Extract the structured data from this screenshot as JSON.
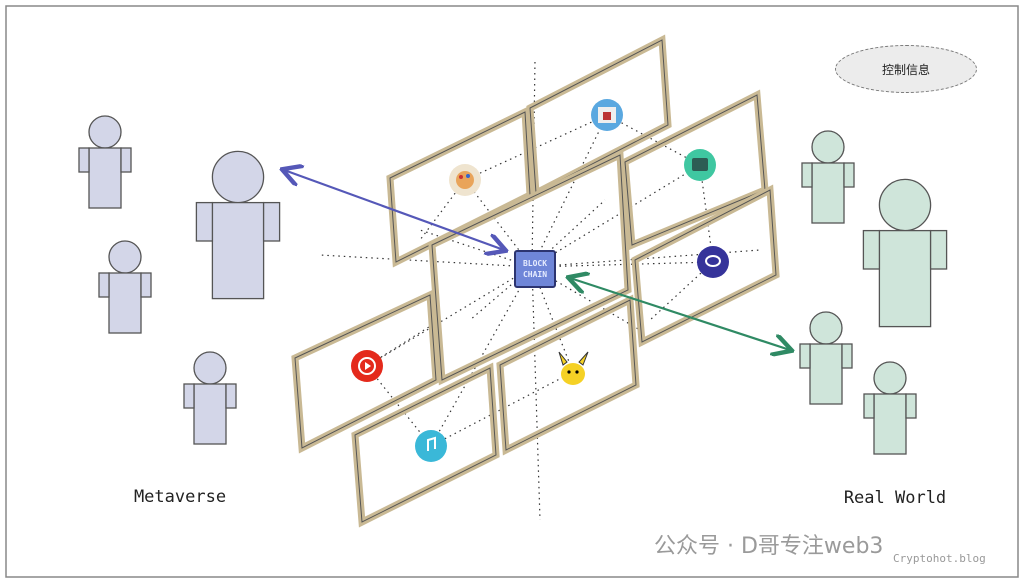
{
  "labels": {
    "left_group": "Metaverse",
    "right_group": "Real World",
    "control_info": "控制信息",
    "center_icon": [
      "BLOCK",
      "CHAIN"
    ]
  },
  "watermark": {
    "text": "公众号 · D哥专注web3",
    "site": "Cryptohot.blog"
  },
  "icons": [
    "palette-icon",
    "shop-icon",
    "wallet-icon",
    "blockchain-icon",
    "chat-icon",
    "youtube-icon",
    "pikachu-icon",
    "music-icon"
  ],
  "colors": {
    "metaverse_fill": "#d3d6e8",
    "realworld_fill": "#cfe5da",
    "arrow_left": "#5558b8",
    "arrow_right": "#2f8a64",
    "frame": "#c9b994"
  }
}
